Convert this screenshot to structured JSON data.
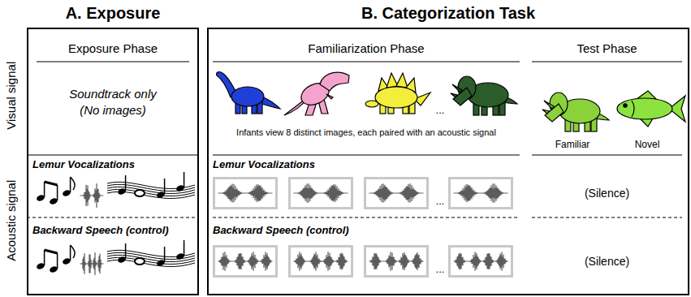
{
  "diagram": {
    "nodes": [
      {
        "text": [
          "A. Exposure"
        ]
      },
      {
        "text": [
          "B. Categorization Task"
        ]
      }
    ],
    "labels": [
      "Visual signal",
      "Acoustic signal",
      "Exposure Phase",
      "Soundtrack only (No images)",
      "Lemur Vocalizations",
      "Backward Speech (control)",
      "Familiarization Phase",
      "Test Phase",
      "Infants view 8 distinct images, each paired with an acoustic signal",
      "...",
      "Familiar",
      "Novel",
      "Lemur Vocalizations",
      "...",
      "(Silence)",
      "Backward Speech (control)",
      "...",
      "(Silence)"
    ]
  }
}
